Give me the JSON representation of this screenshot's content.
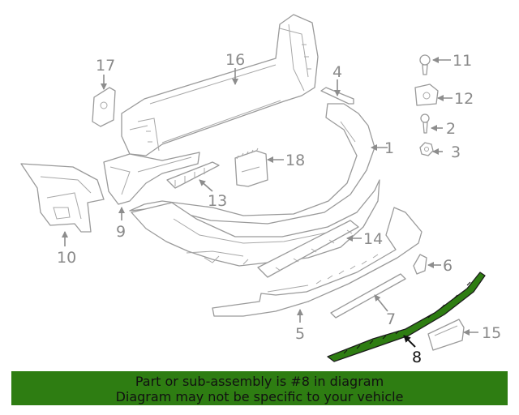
{
  "callouts": {
    "c1": "1",
    "c2": "2",
    "c3": "3",
    "c4": "4",
    "c5": "5",
    "c6": "6",
    "c7": "7",
    "c8": "8",
    "c9": "9",
    "c10": "10",
    "c11": "11",
    "c12": "12",
    "c13": "13",
    "c14": "14",
    "c15": "15",
    "c16": "16",
    "c17": "17",
    "c18": "18"
  },
  "highlight": {
    "part_number": "8",
    "color": "#2e7d12"
  },
  "banner": {
    "line1": "Part or sub-assembly is #8 in diagram",
    "line2": "Diagram may not be specific to your vehicle",
    "background": "#2e7d12"
  }
}
